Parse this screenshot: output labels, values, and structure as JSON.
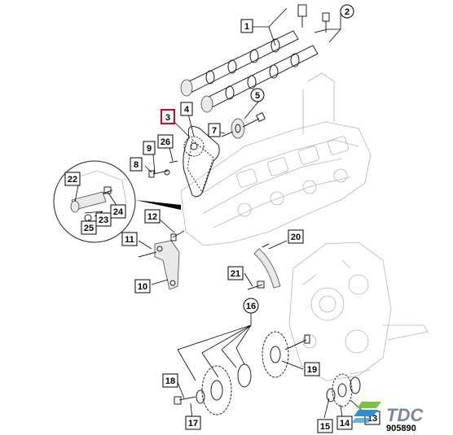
{
  "callouts": [
    {
      "label": "1",
      "shape": "box"
    },
    {
      "label": "2",
      "shape": "box"
    },
    {
      "label": "3",
      "shape": "box",
      "highlight": true
    },
    {
      "label": "4",
      "shape": "box"
    },
    {
      "label": "5",
      "shape": "circle"
    },
    {
      "label": "7",
      "shape": "box"
    },
    {
      "label": "8",
      "shape": "box"
    },
    {
      "label": "9",
      "shape": "box"
    },
    {
      "label": "26",
      "shape": "box"
    },
    {
      "label": "22",
      "shape": "box"
    },
    {
      "label": "23",
      "shape": "box"
    },
    {
      "label": "24",
      "shape": "box"
    },
    {
      "label": "25",
      "shape": "box"
    },
    {
      "label": "12",
      "shape": "box"
    },
    {
      "label": "11",
      "shape": "box"
    },
    {
      "label": "10",
      "shape": "box"
    },
    {
      "label": "20",
      "shape": "box"
    },
    {
      "label": "21",
      "shape": "box"
    },
    {
      "label": "16",
      "shape": "circle"
    },
    {
      "label": "19",
      "shape": "box"
    },
    {
      "label": "18",
      "shape": "box"
    },
    {
      "label": "17",
      "shape": "box"
    },
    {
      "label": "15",
      "shape": "box"
    },
    {
      "label": "14",
      "shape": "box"
    },
    {
      "label": "13",
      "shape": "box"
    }
  ],
  "logo": {
    "text": "TDC"
  },
  "figure_number": "905890",
  "colors": {
    "highlight": "#e0001b",
    "logo_primary": "#2f8fc9",
    "logo_secondary": "#7cc242",
    "ink": "#000000"
  }
}
